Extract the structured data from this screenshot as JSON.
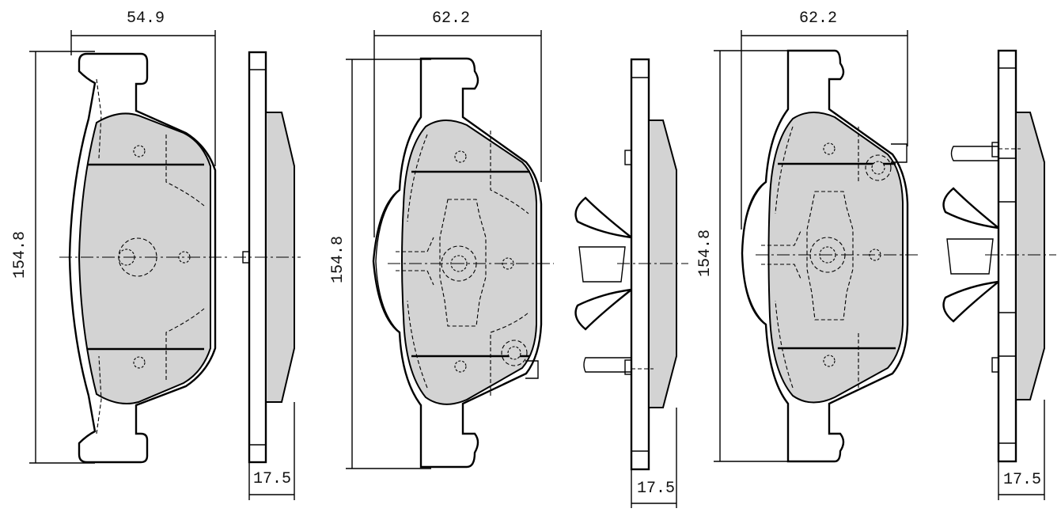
{
  "dimensions": {
    "pad1_width": "54.9",
    "pad1_height": "154.8",
    "pad1_thickness": "17.5",
    "pad2_width": "62.2",
    "pad2_height": "154.8",
    "pad2_thickness": "17.5",
    "pad3_width": "62.2",
    "pad3_height": "154.8",
    "pad3_thickness": "17.5"
  },
  "colors": {
    "friction_material": "#d3d3d3",
    "line": "#000000",
    "background": "#ffffff"
  }
}
